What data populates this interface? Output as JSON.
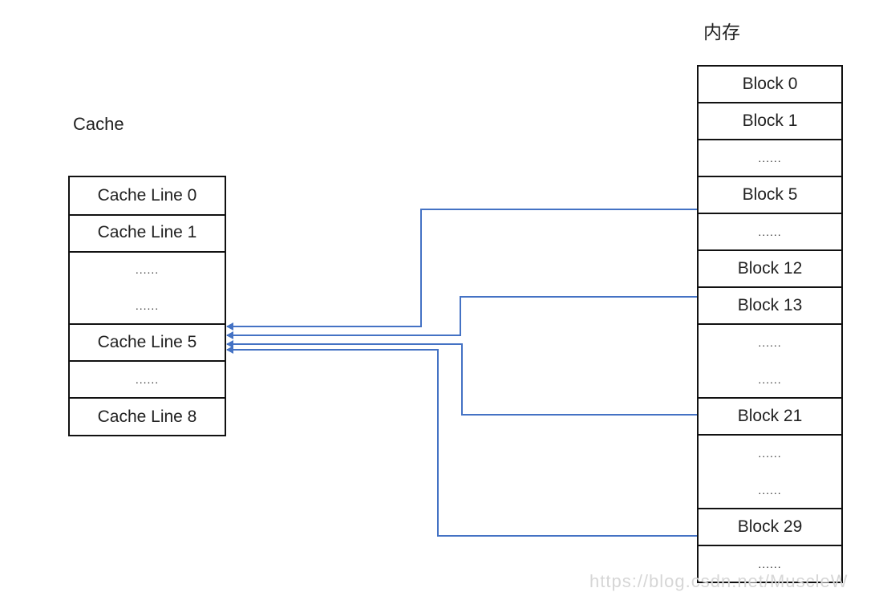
{
  "diagram": {
    "cache_title": "Cache",
    "memory_title": "内存",
    "cache_lines": [
      {
        "label": "Cache Line 0"
      },
      {
        "label": "Cache Line 1"
      },
      {
        "label": "......"
      },
      {
        "label": "......"
      },
      {
        "label": "Cache Line 5"
      },
      {
        "label": "......"
      },
      {
        "label": "Cache Line 8"
      }
    ],
    "memory_blocks": [
      {
        "label": "Block 0"
      },
      {
        "label": "Block 1"
      },
      {
        "label": "......"
      },
      {
        "label": "Block 5"
      },
      {
        "label": "......"
      },
      {
        "label": "Block 12"
      },
      {
        "label": "Block 13"
      },
      {
        "label": "......"
      },
      {
        "label": "......"
      },
      {
        "label": "Block 21"
      },
      {
        "label": "......"
      },
      {
        "label": "......"
      },
      {
        "label": "Block 29"
      },
      {
        "label": "......"
      }
    ],
    "connections": [
      {
        "from": "Block 5",
        "to": "Cache Line 5"
      },
      {
        "from": "Block 13",
        "to": "Cache Line 5"
      },
      {
        "from": "Block 21",
        "to": "Cache Line 5"
      },
      {
        "from": "Block 29",
        "to": "Cache Line 5"
      }
    ],
    "arrow_color": "#4472C4",
    "watermark": "https://blog.csdn.net/MuscleW"
  }
}
